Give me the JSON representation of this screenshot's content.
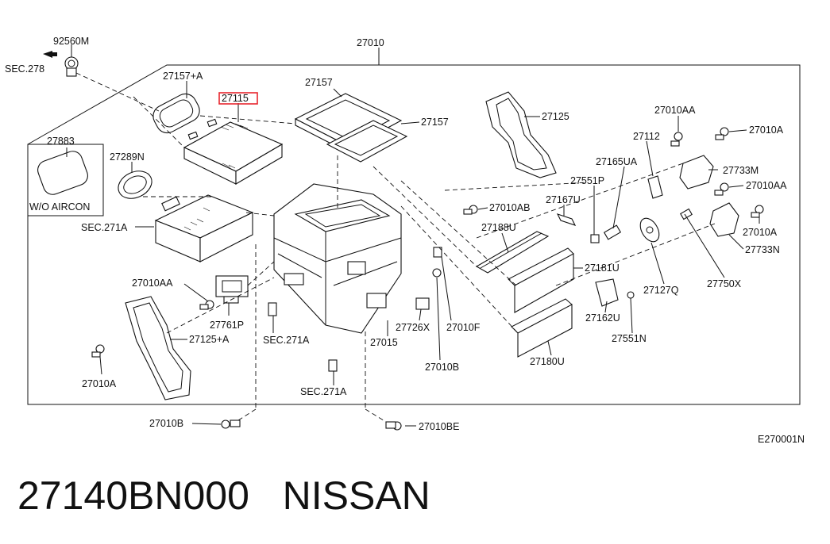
{
  "labels": {
    "p92560M": "92560M",
    "sec278": "SEC.278",
    "p27010": "27010",
    "p27157A": "27157+A",
    "p27115": "27115",
    "p27157a": "27157",
    "p27157b": "27157",
    "p27125": "27125",
    "p27010AA_top": "27010AA",
    "p27112": "27112",
    "p27010A_top": "27010A",
    "p27883": "27883",
    "wo_aircon": "W/O AIRCON",
    "p27289N": "27289N",
    "p27165UA": "27165UA",
    "p27733M": "27733M",
    "p27551P": "27551P",
    "p27010AA_right": "27010AA",
    "p27167U": "27167U",
    "p27010AB": "27010AB",
    "sec271A_left": "SEC.271A",
    "p27188U": "27188U",
    "p27010A_right": "27010A",
    "p27733N": "27733N",
    "p27181U": "27181U",
    "p27010AA_left": "27010AA",
    "p27127Q": "27127Q",
    "p27750X": "27750X",
    "p27761P": "27761P",
    "p27162U": "27162U",
    "p27726X": "27726X",
    "p27010F": "27010F",
    "p27125A": "27125+A",
    "sec271A_mid": "SEC.271A",
    "p27015": "27015",
    "p27551N": "27551N",
    "p27010B_mid": "27010B",
    "p27180U": "27180U",
    "p27010A_left": "27010A",
    "sec271A_low": "SEC.271A",
    "p27010B_bottom": "27010B",
    "p27010BE": "27010BE",
    "diagram_code": "E270001N"
  },
  "highlight_color": "#e8262e",
  "footer": {
    "part_number": "27140BN000",
    "brand": "NISSAN"
  }
}
